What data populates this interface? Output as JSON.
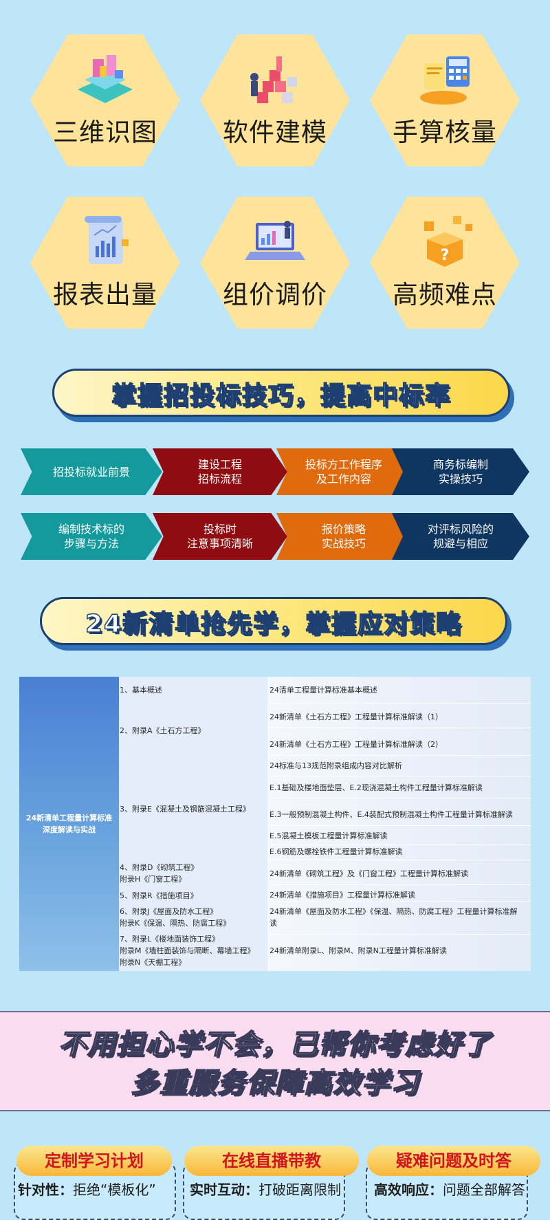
{
  "hexagons": [
    {
      "label": "三维识图",
      "icon": "isometric-city-icon"
    },
    {
      "label": "软件建模",
      "icon": "building-blocks-icon"
    },
    {
      "label": "手算核量",
      "icon": "calculator-icon"
    },
    {
      "label": "报表出量",
      "icon": "report-scroll-icon"
    },
    {
      "label": "组价调价",
      "icon": "laptop-analytics-icon"
    },
    {
      "label": "高频难点",
      "icon": "question-cube-icon"
    }
  ],
  "banner1": "掌握招投标技巧，提高中标率",
  "arrows_row1": [
    {
      "l1": "招投标就业前景",
      "l2": ""
    },
    {
      "l1": "建设工程",
      "l2": "招标流程"
    },
    {
      "l1": "投标方工作程序",
      "l2": "及工作内容"
    },
    {
      "l1": "商务标编制",
      "l2": "实操技巧"
    }
  ],
  "arrows_row2": [
    {
      "l1": "编制技术标的",
      "l2": "步骤与方法"
    },
    {
      "l1": "投标时",
      "l2": "注意事项清晰"
    },
    {
      "l1": "报价策略",
      "l2": "实战技巧"
    },
    {
      "l1": "对评标风险的",
      "l2": "规避与相应"
    }
  ],
  "banner2": "24新清单抢先学，掌握应对策略",
  "table": {
    "left_title_l1": "24新清单工程量计算标准",
    "left_title_l2": "深度解读与实战",
    "mid": [
      "1、基本概述",
      "2、附录A《土石方工程》",
      "3、附录E《混凝土及钢筋混凝土工程》",
      "4、附录D《砌筑工程》",
      "附录H《门窗工程》",
      "5、附录R《措施项目》",
      "6、附录J《屋面及防水工程》",
      "附录K《保温、隔热、防腐工程》",
      "7、附录L《楼地面装饰工程》",
      "附录M《墙柱面装饰与隔断、幕墙工程》",
      "附录N《天棚工程》"
    ],
    "right": [
      "24清单工程量计算标准基本概述",
      "24新清单《土石方工程》工程量计算标准解读（1）",
      "24新清单《土石方工程》工程量计算标准解读（2）",
      "24标准与13规范附录组成内容对比解析",
      "E.1基础及楼地面垫层、E.2现浇混凝土构件工程量计算标准解读",
      "E.3一般预制混凝土构件、E.4装配式预制混凝土构件工程量计算标准解读",
      "E.5混凝土模板工程量计算标准解读",
      "E.6钢筋及螺栓铁件工程量计算标准解读",
      "24新清单《砌筑工程》及《门窗工程》工程量计算标准解读",
      "24新清单《措施项目》工程量计算标准解读",
      "24新清单《屋面及防水工程》《保温、隔热、防腐工程》工程量计算标准解",
      "读",
      "24新清单附录L、附录M、附录N工程量计算标准解读"
    ]
  },
  "pink": {
    "line1": "不用担心学不会，已帮你考虑好了",
    "line2": "多重服务保障高效学习"
  },
  "cards": [
    {
      "title": "定制学习计划",
      "key": "针对性：",
      "text": "拒绝“模板化”"
    },
    {
      "title": "在线直播带教",
      "key": "实时互动：",
      "text": "打破距离限制"
    },
    {
      "title": "疑难问题及时答",
      "key": "高效响应：",
      "text": "问题全部解答"
    }
  ],
  "colors": {
    "bg": "#bfe6f8",
    "hex": "#fde49a",
    "teal": "#149a9c",
    "red": "#8f0c10",
    "orange": "#e06b0e",
    "navy": "#0f3561"
  }
}
